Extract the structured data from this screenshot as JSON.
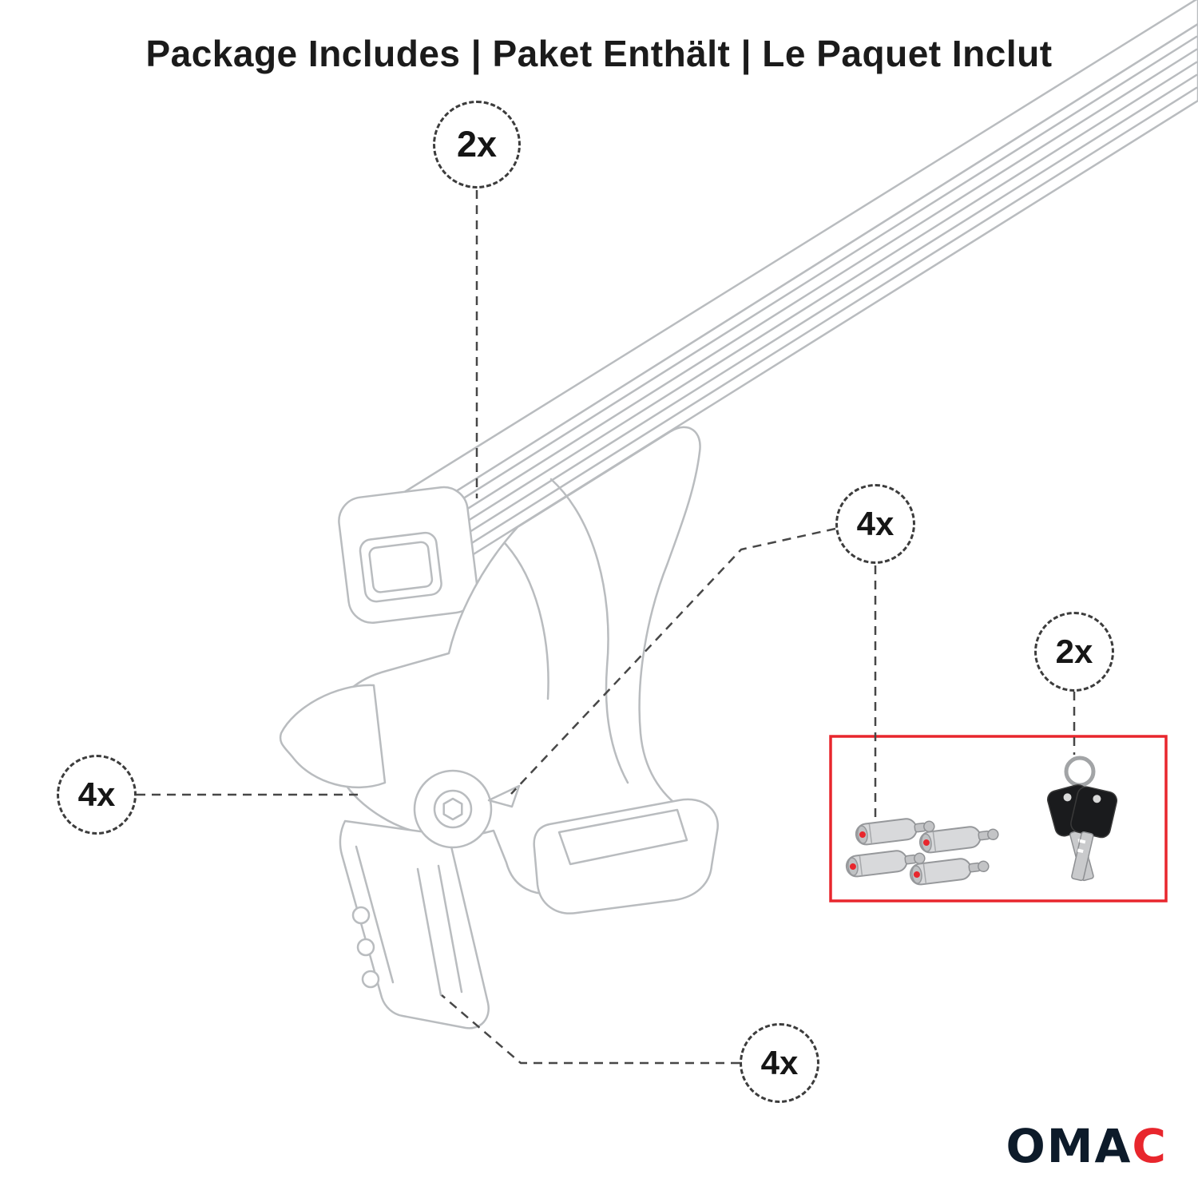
{
  "title": "Package Includes | Paket Enthält | Le Paquet Inclut",
  "callouts": {
    "crossbar": "2x",
    "hardware": "4x",
    "keys": "2x",
    "foot": "4x",
    "clamp": "4x"
  },
  "logo": {
    "main": "OMA",
    "accent": "C"
  },
  "colors": {
    "accent_red": "#e8262d",
    "line_gray": "#b9bcbf",
    "leader_gray": "#474747",
    "ink": "#1b1b1b",
    "logo_navy": "#0d1b2a"
  }
}
